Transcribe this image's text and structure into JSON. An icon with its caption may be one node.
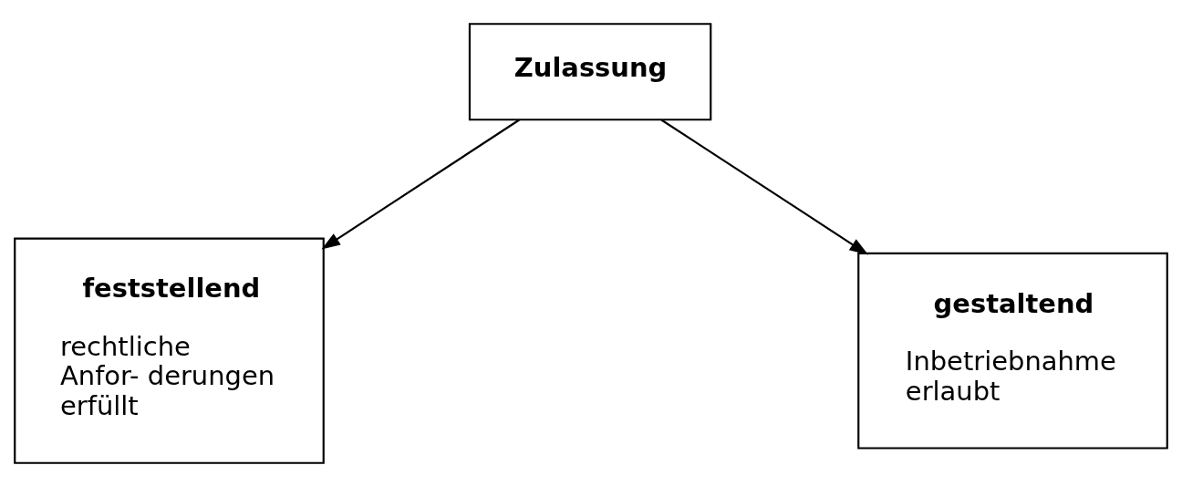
{
  "diagram": {
    "nodes": [
      {
        "text": [
          "Zulassung"
        ]
      },
      {
        "text": [
          "feststellend",
          "rechtliche Anfor- derungen erfüllt"
        ]
      },
      {
        "text": [
          "gestaltend",
          "Inbetriebnahme erlaubt"
        ]
      }
    ],
    "edges": [
      {
        "from": 0,
        "to": 1,
        "arrow": "to"
      },
      {
        "from": 0,
        "to": 2,
        "arrow": "to"
      }
    ]
  }
}
